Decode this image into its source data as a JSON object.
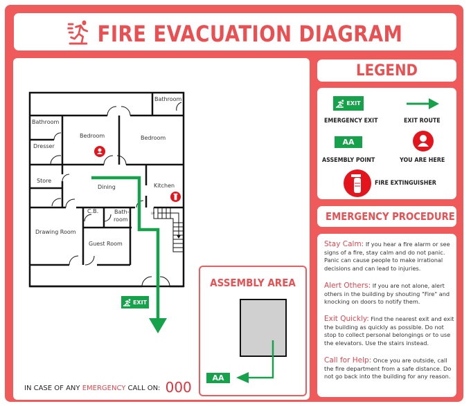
{
  "header": {
    "title": "FIRE EVACUATION DIAGRAM",
    "icon": "running-person-icon"
  },
  "colors": {
    "frame": "#ef5b5b",
    "title_red": "#ea4f52",
    "exit_green": "#15a24a",
    "marker_red": "#e3141c",
    "assembly_gray": "#d0d0d0"
  },
  "floor_plan": {
    "rooms": [
      {
        "name": "Bathroom",
        "id": "bathroom-top-right"
      },
      {
        "name": "Bathroom",
        "id": "bathroom-left"
      },
      {
        "name": "Bedroom",
        "id": "bedroom-left"
      },
      {
        "name": "Bedroom",
        "id": "bedroom-right"
      },
      {
        "name": "Dresser",
        "id": "dresser"
      },
      {
        "name": "Store",
        "id": "store"
      },
      {
        "name": "Dining",
        "id": "dining"
      },
      {
        "name": "Kitchen",
        "id": "kitchen"
      },
      {
        "name": "C.B.",
        "id": "cb"
      },
      {
        "name": "Bath-",
        "id": "bath2-line1"
      },
      {
        "name": "room",
        "id": "bath2-line2"
      },
      {
        "name": "Drawing Room",
        "id": "drawing-room"
      },
      {
        "name": "Guest Room",
        "id": "guest-room"
      }
    ],
    "stairs_label": "UP",
    "exit_sign": "EXIT"
  },
  "assembly_area": {
    "title": "ASSEMBLY AREA",
    "point_label": "AA"
  },
  "legend": {
    "title": "LEGEND",
    "items": [
      {
        "label": "EMERGENCY EXIT",
        "icon": "exit-sign-icon",
        "sign_text": "EXIT"
      },
      {
        "label": "EXIT ROUTE",
        "icon": "arrow-right-icon"
      },
      {
        "label": "ASSEMBLY POINT",
        "icon": "assembly-point-icon",
        "sign_text": "AA"
      },
      {
        "label": "YOU ARE HERE",
        "icon": "person-marker-icon"
      },
      {
        "label": "FIRE EXTINGUISHER",
        "icon": "fire-extinguisher-icon"
      }
    ]
  },
  "procedure": {
    "title": "EMERGENCY PROCEDURE",
    "steps": [
      {
        "head": "Stay Calm:",
        "text": " If you hear a fire alarm or see signs of a fire, stay calm and do not panic. Panic can cause people to make irrational decisions and can lead to injuries."
      },
      {
        "head": "Alert Others:",
        "text": " If you are not alone, alert others in the building by shouting \"Fire\" and knocking on doors to notify them."
      },
      {
        "head": "Exit Quickly:",
        "text": "  Find the nearest exit and exit the building as quickly as possible. Do not stop to collect personal belongings or to use the elevators. Use the stairs instead."
      },
      {
        "head": "Call for Help:",
        "text": "  Once you are outside, call the fire department from a safe distance. Do not go back into the building for any reason."
      }
    ]
  },
  "footer": {
    "prefix": "IN CASE OF ANY ",
    "emphasis": "EMERGENCY",
    "suffix": " CALL ON: ",
    "number": "000"
  }
}
